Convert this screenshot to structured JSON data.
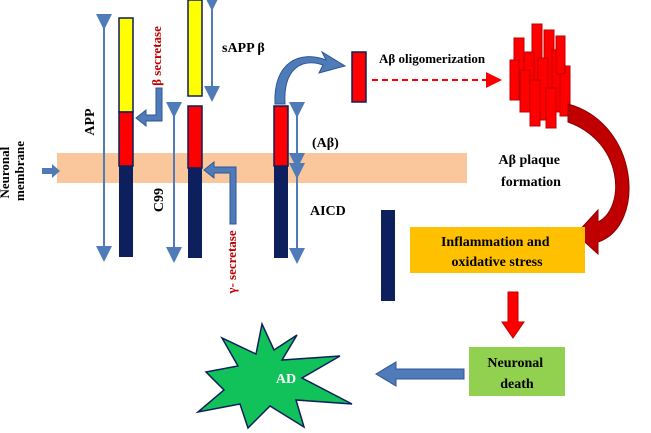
{
  "labels": {
    "membrane": [
      "Neuronal",
      "membrane"
    ],
    "app": "APP",
    "beta_secretase": "β secretase",
    "sapp_beta": "sAPP β",
    "c99": "C99",
    "gamma_secretase": "γ- secretase",
    "abeta": "(Aβ)",
    "aicd": "AICD",
    "oligomerization": "Aβ oligomerization",
    "plaque": [
      "Aβ plaque",
      "formation"
    ],
    "inflammation": [
      "Inflammation and",
      "oxidative stress"
    ],
    "neuronal_death": [
      "Neuronal",
      "death"
    ],
    "ad": "AD"
  },
  "colors": {
    "membrane": "#f9c79b",
    "yellow": "#ffff00",
    "red": "#ff0000",
    "navy": "#0d1f5c",
    "steel": "#4f7cb8",
    "dark_red": "#c00000",
    "orange_box": "#ffc000",
    "green_box": "#92d050",
    "ad_star": "#11c25a"
  }
}
